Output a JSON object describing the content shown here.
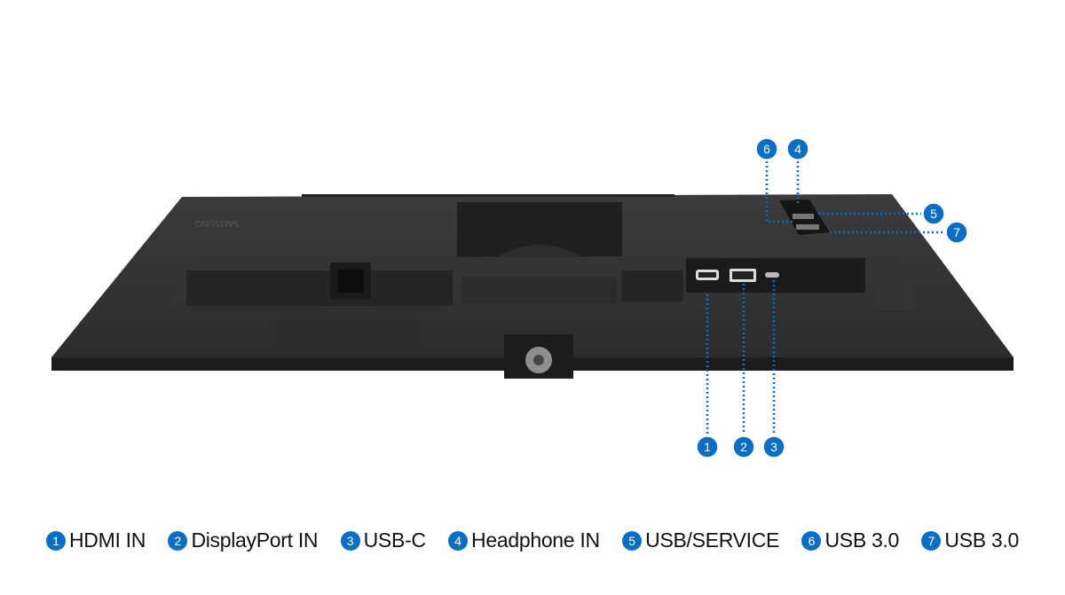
{
  "brand_logo": "SAMSUNG",
  "accent_color": "#0a6fc2",
  "ports": [
    {
      "num": "1",
      "label": "HDMI IN"
    },
    {
      "num": "2",
      "label": "DisplayPort IN"
    },
    {
      "num": "3",
      "label": "USB-C"
    },
    {
      "num": "4",
      "label": "Headphone IN"
    },
    {
      "num": "5",
      "label": "USB/SERVICE"
    },
    {
      "num": "6",
      "label": "USB 3.0"
    },
    {
      "num": "7",
      "label": "USB 3.0"
    }
  ]
}
